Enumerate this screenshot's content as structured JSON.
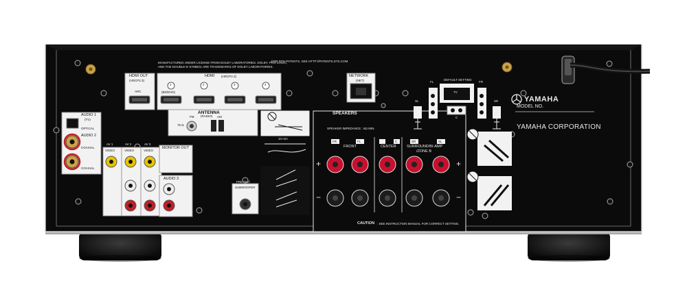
{
  "brand": {
    "name": "YAMAHA",
    "model_label": "MODEL NO.",
    "corporation": "YAMAHA CORPORATION"
  },
  "license_text": {
    "dolby_line1": "MANUFACTURED UNDER LICENSE FROM DOLBY LABORATORIES. DOLBY, PRO LOGIC,",
    "dolby_line2": "AND THE DOUBLE-D SYMBOL ARE TRADEMARKS OF DOLBY LABORATORIES.",
    "dts_line": "FOR DTS PATENTS, SEE HTTP://PATENTS.DTS.COM"
  },
  "hdmi": {
    "out_label": "HDMI OUT",
    "out_sub": "(HDCP2.3)",
    "arc_label": "ARC",
    "in_label": "HDMI",
    "in_sub": "(HDCP2.3)",
    "inputs": [
      "1",
      "2",
      "3",
      "4"
    ],
    "input1_sub": "(BD/DVD)"
  },
  "network": {
    "label": "NETWORK",
    "sub": "(NET)"
  },
  "antenna": {
    "label": "ANTENNA",
    "fm": "FM",
    "am": "AM",
    "fm_ohm": "75 Ω",
    "radio": "(RADIO)"
  },
  "audio": {
    "audio1": "AUDIO 1",
    "audio1_sub": "(TV)",
    "optical": "OPTICAL",
    "audio2": "AUDIO 2",
    "coaxial": "COAXIAL",
    "audio3": "AUDIO 3"
  },
  "av_inputs": [
    "AV 1",
    "AV 2",
    "AV 3"
  ],
  "video_label": "VIDEO",
  "monitor_out": "MONITOR OUT",
  "pre_out": {
    "label": "PRE OUT",
    "sub": "SUBWOOFER"
  },
  "speakers": {
    "title": "SPEAKERS",
    "impedance": "SPEAKER IMPEDANCE : 6Ω MIN.",
    "front": "FRONT",
    "center": "CENTER",
    "surround": "SURROUND/BI-AMP",
    "zone_b": "/ZONE B",
    "ch_fr": "FR",
    "ch_fl": "FL",
    "ch_c": "C",
    "ch_sr": "SR",
    "ch_sl": "SL",
    "plus": "+",
    "minus": "−",
    "caution": "CAUTION",
    "caution_text": ": SEE INSTRUCTION MANUAL FOR CORRECT SETTING."
  },
  "diagram": {
    "default_setting": "DEFAULT SETTING",
    "tv": "TV",
    "fl": "FL",
    "fr": "FR",
    "sl": "SL",
    "sr": "SR",
    "c": "C",
    "strip_len": "10 mm"
  },
  "colors": {
    "chassis": "#0b0b0b",
    "panel_outline": "#d8d8d8",
    "red_terminal": "#c8102e",
    "rca_yellow": "#e8c400",
    "rca_red": "#c21f24",
    "rca_white": "#ececec",
    "gold": "#c9a24a",
    "foot": "#1a1a1a"
  }
}
